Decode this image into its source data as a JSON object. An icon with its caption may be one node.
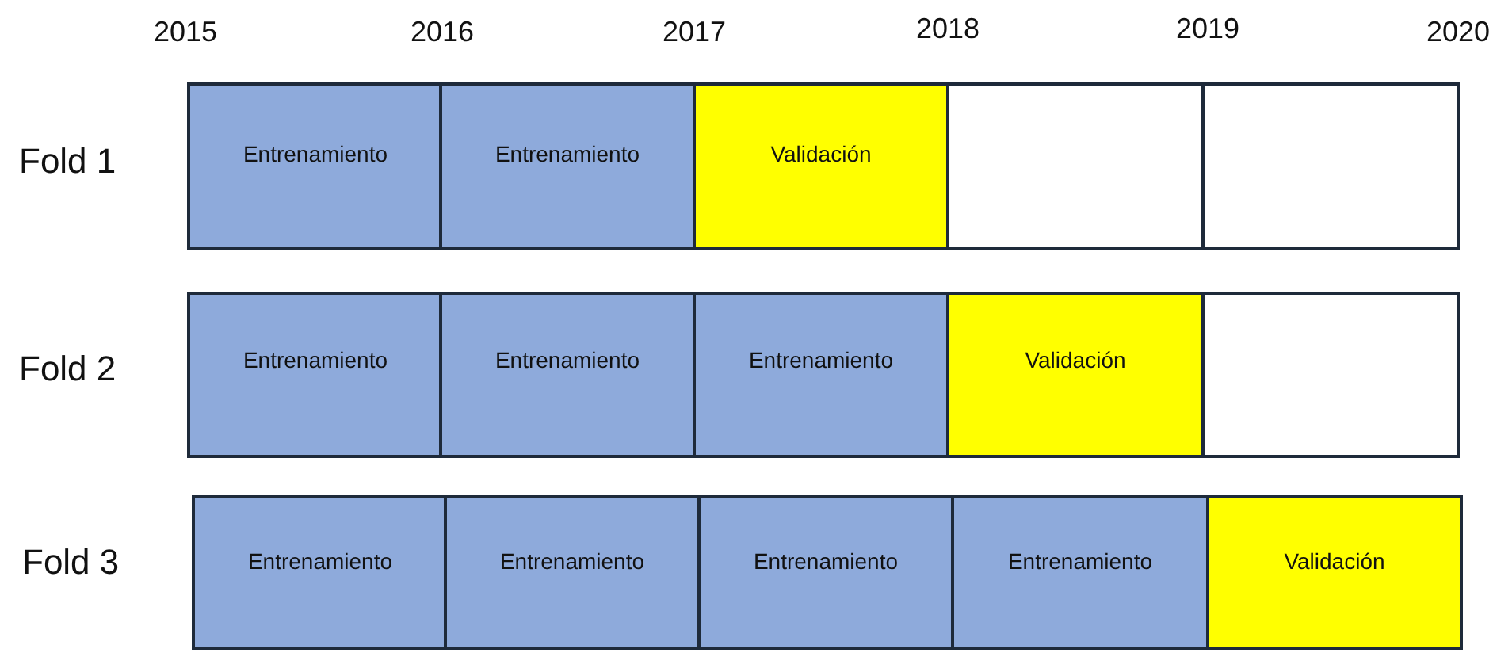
{
  "diagram": {
    "nodes": [
      {
        "text": [
          "Entrenamiento"
        ]
      },
      {
        "text": [
          "Entrenamiento"
        ]
      },
      {
        "text": [
          "Validación"
        ]
      },
      {
        "text": [],
        "shape": "box"
      },
      {
        "text": [],
        "shape": "box"
      },
      {
        "text": [
          "Entrenamiento"
        ]
      },
      {
        "text": [
          "Entrenamiento"
        ]
      },
      {
        "text": [
          "Entrenamiento"
        ]
      },
      {
        "text": [
          "Validación"
        ]
      },
      {
        "text": [],
        "shape": "box"
      },
      {
        "text": [
          "Entrenamiento"
        ]
      },
      {
        "text": [
          "Entrenamiento"
        ]
      },
      {
        "text": [
          "Entrenamiento"
        ]
      },
      {
        "text": [
          "Entrenamiento"
        ]
      },
      {
        "text": [
          "Validación"
        ]
      }
    ],
    "edges": [],
    "labels": [
      "2015",
      "2016",
      "2017",
      "2018",
      "2019",
      "2020",
      "Fold 1",
      "Fold 2",
      "Fold 3"
    ]
  }
}
